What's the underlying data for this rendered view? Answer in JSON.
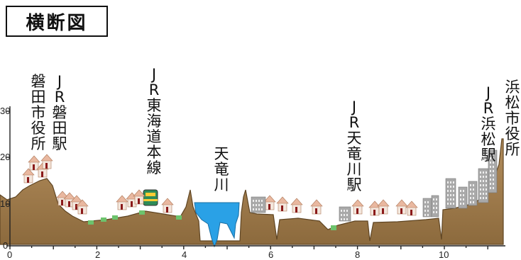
{
  "title": "横断図",
  "y_axis": {
    "ticks": [
      "0",
      "10",
      "20",
      "30"
    ]
  },
  "x_axis": {
    "ticks": [
      "0",
      "2",
      "4",
      "6",
      "8",
      "10"
    ]
  },
  "labels": {
    "iwata_city_hall": [
      "磐",
      "田",
      "市",
      "役",
      "所"
    ],
    "jr_iwata_station": [
      "J",
      "R",
      "磐",
      "田",
      "駅"
    ],
    "jr_tokaido_line": [
      "J",
      "R",
      "東",
      "海",
      "道",
      "本",
      "線"
    ],
    "tenryu_river": [
      "天",
      "竜",
      "川"
    ],
    "jr_tenryugawa_station": [
      "J",
      "R",
      "天",
      "竜",
      "川",
      "駅"
    ],
    "jr_hamamatsu_station": [
      "J",
      "R",
      "浜",
      "松",
      "駅"
    ],
    "hamamatsu_city_hall": [
      "浜",
      "松",
      "市",
      "役",
      "所"
    ]
  },
  "colors": {
    "ground": "#9e7a4a",
    "ground_dark": "#5f4523",
    "water": "#2aa1e6",
    "house": "#f3e6dc",
    "roof": "#e9b8a0",
    "building": "#a9a9a9",
    "grass": "#6dc36d"
  }
}
